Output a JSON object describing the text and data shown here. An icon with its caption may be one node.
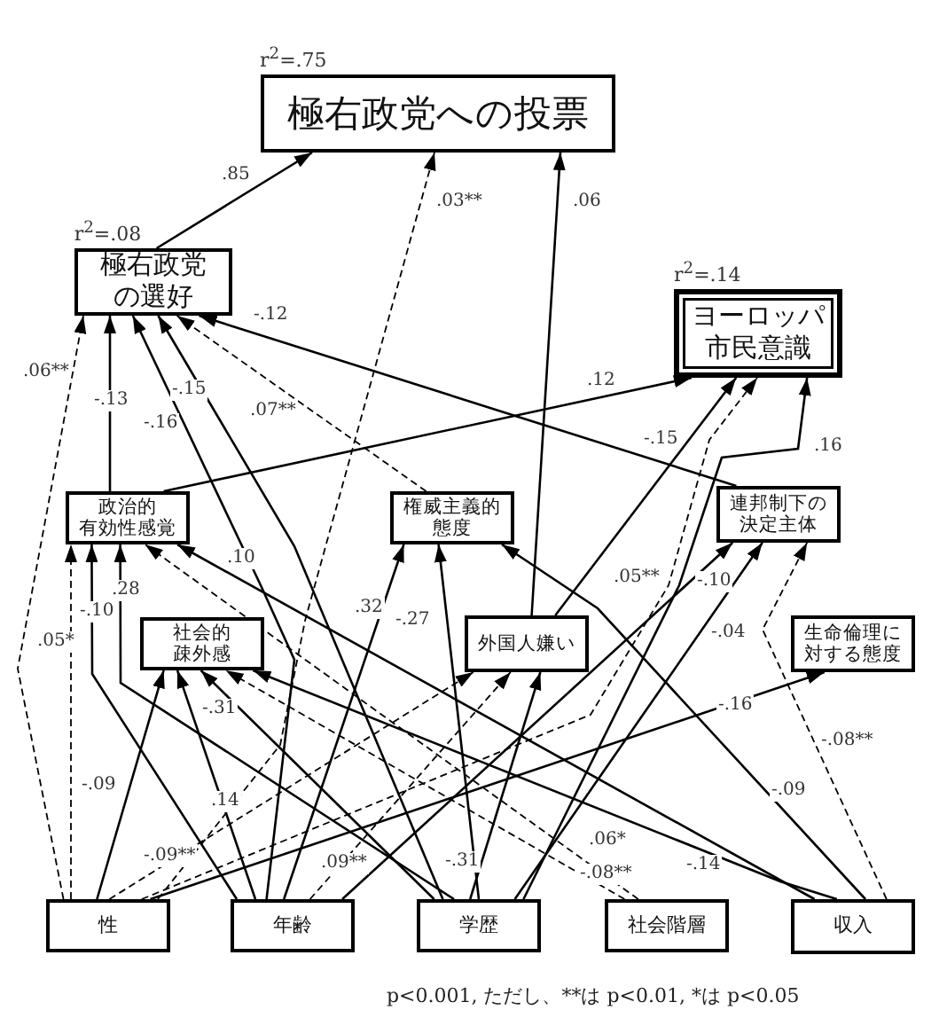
{
  "diagram": {
    "nodes": [
      {
        "text": [
          "極右政党への投票"
        ],
        "beside": [
          "r$^{2}$=.75"
        ]
      },
      {
        "text": [
          "極右政党の選好"
        ],
        "beside": [
          "r$^{2}$=.08"
        ]
      },
      {
        "text": [
          "ヨーロッパ市民意識"
        ],
        "beside": [
          "r$^{2}$=.14"
        ]
      },
      {
        "text": [
          "政治的有効性感覚"
        ]
      },
      {
        "text": [
          "権威主義的態度"
        ]
      },
      {
        "text": [
          "連邦制下の決定主体"
        ]
      },
      {
        "text": [
          "社会的疎外感"
        ]
      },
      {
        "text": [
          "外国人嫌い"
        ]
      },
      {
        "text": [
          "生命倫理に対する態度"
        ]
      },
      {
        "text": [
          "性"
        ]
      },
      {
        "text": [
          "年齢"
        ]
      },
      {
        "text": [
          "学歴"
        ]
      },
      {
        "text": [
          "社会階層"
        ]
      },
      {
        "text": [
          "収入"
        ]
      }
    ],
    "edges": [
      {
        "from": 1,
        "to": 0,
        "arrow": "to",
        "label": ".85"
      },
      {
        "from": 9,
        "to": 0,
        "arrow": "to",
        "label": ".03**",
        "style": "dashed"
      },
      {
        "from": 7,
        "to": 0,
        "arrow": "to",
        "label": ".06"
      },
      {
        "from": 9,
        "to": 1,
        "arrow": "to",
        "label": ".06**",
        "style": "dashed"
      },
      {
        "from": 3,
        "to": 1,
        "arrow": "to",
        "label": "-.13"
      },
      {
        "from": 10,
        "to": 1,
        "arrow": "to",
        "label": "-.16"
      },
      {
        "from": 11,
        "to": 1,
        "arrow": "to",
        "label": "-.15"
      },
      {
        "from": 4,
        "to": 1,
        "arrow": "to",
        "label": ".07**",
        "style": "dashed"
      },
      {
        "from": 5,
        "to": 1,
        "arrow": "to",
        "label": "-.12"
      },
      {
        "from": 3,
        "to": 2,
        "arrow": "to",
        "label": ".12"
      },
      {
        "from": 7,
        "to": 2,
        "arrow": "to",
        "label": "-.15"
      },
      {
        "from": 9,
        "to": 2,
        "arrow": "to",
        "label": ".05**",
        "style": "dashed"
      },
      {
        "from": 11,
        "to": 2,
        "arrow": "to",
        "label": ".16"
      },
      {
        "from": 9,
        "to": 3,
        "arrow": "to",
        "label": ".05*",
        "style": "dashed"
      },
      {
        "from": 10,
        "to": 3,
        "arrow": "to",
        "label": "-.10"
      },
      {
        "from": 11,
        "to": 3,
        "arrow": "to",
        "label": ".28"
      },
      {
        "from": 12,
        "to": 3,
        "arrow": "to",
        "label": ".06*",
        "style": "dashed"
      },
      {
        "from": 13,
        "to": 3,
        "arrow": "to",
        "label": ".10"
      },
      {
        "from": 10,
        "to": 4,
        "arrow": "to",
        "label": ".32"
      },
      {
        "from": 11,
        "to": 4,
        "arrow": "to",
        "label": "-.27"
      },
      {
        "from": 13,
        "to": 4,
        "arrow": "to",
        "label": "-.09"
      },
      {
        "from": 10,
        "to": 5,
        "arrow": "to",
        "label": "-.10"
      },
      {
        "from": 11,
        "to": 5,
        "arrow": "to",
        "label": "-.04"
      },
      {
        "from": 13,
        "to": 5,
        "arrow": "to",
        "label": "-.08**",
        "style": "dashed"
      },
      {
        "from": 9,
        "to": 6,
        "arrow": "to",
        "label": "-.09"
      },
      {
        "from": 10,
        "to": 6,
        "arrow": "to",
        "label": ".14"
      },
      {
        "from": 11,
        "to": 6,
        "arrow": "to",
        "label": "-.31"
      },
      {
        "from": 12,
        "to": 6,
        "arrow": "to",
        "label": "-.08**",
        "style": "dashed"
      },
      {
        "from": 13,
        "to": 6,
        "arrow": "to",
        "label": "-.14"
      },
      {
        "from": 9,
        "to": 7,
        "arrow": "to",
        "label": "-.09**",
        "style": "dashed"
      },
      {
        "from": 10,
        "to": 7,
        "arrow": "to",
        "label": ".09**",
        "style": "dashed"
      },
      {
        "from": 11,
        "to": 7,
        "arrow": "to",
        "label": "-.31"
      },
      {
        "from": 9,
        "to": 8,
        "arrow": "to",
        "label": "-.16"
      }
    ],
    "labels": [
      "p<0.001, ただし、**は p<0.01, *は p<0.05"
    ]
  }
}
